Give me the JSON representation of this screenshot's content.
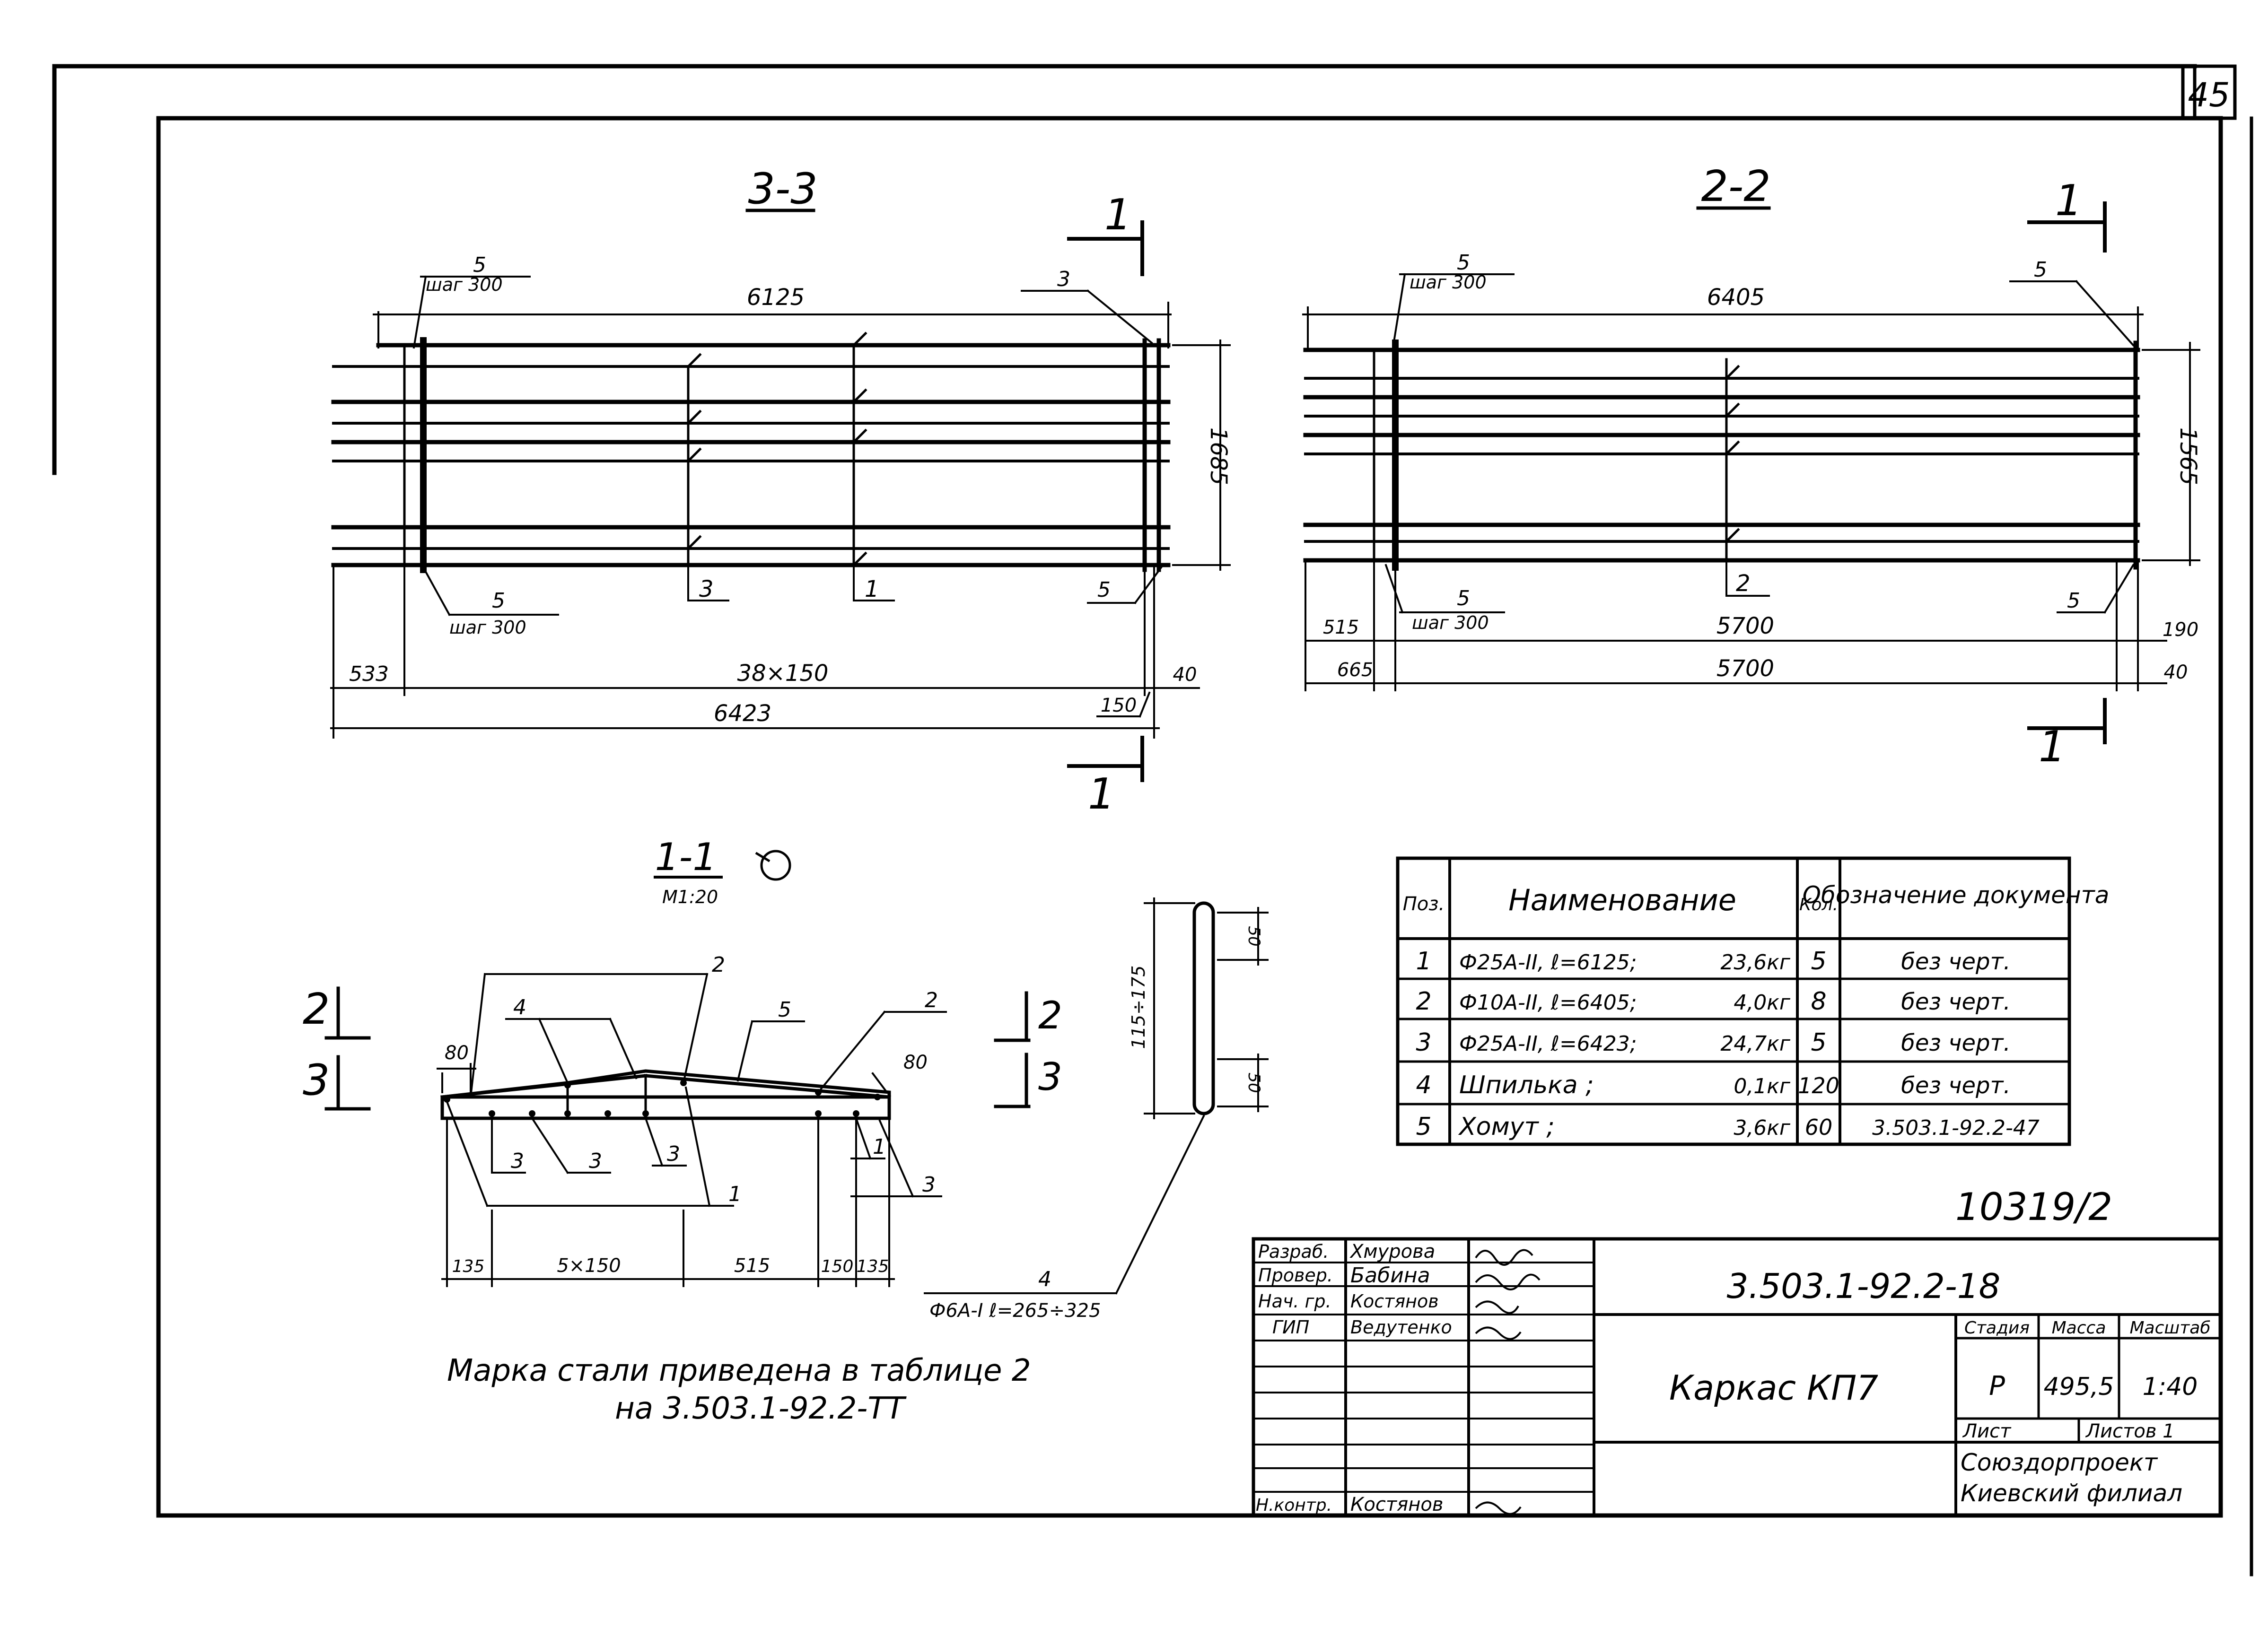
{
  "sheet_number": "45",
  "views": {
    "section_3_3": {
      "title": "3-3",
      "cut_mark": "1",
      "dim_length": "6125",
      "dim_height": "1685",
      "dim_left": "533",
      "dim_pitch": "38×150",
      "dim_total": "6423",
      "dim_end": "150",
      "dim_offset": "40",
      "callout_stirrup_top_pos": "5",
      "callout_stirrup_top_step": "шаг 300",
      "callout_stirrup_bottom_pos": "5",
      "callout_stirrup_bottom_step": "шаг 300",
      "callout_pos_3_top": "3",
      "callout_pos_3": "3",
      "callout_pos_1": "1",
      "callout_pos_5_right": "5"
    },
    "section_2_2": {
      "title": "2-2",
      "cut_mark": "1",
      "dim_length": "6405",
      "dim_height": "1565",
      "dim_left_top": "515",
      "dim_mid_top": "5700",
      "dim_right_top": "190",
      "dim_left_bottom": "665",
      "dim_mid_bottom": "5700",
      "dim_right_bottom": "40",
      "callout_stirrup_top_pos": "5",
      "callout_stirrup_top_step": "шаг 300",
      "callout_stirrup_bottom_pos": "5",
      "callout_stirrup_bottom_step": "шаг 300",
      "callout_pos_5_top": "5",
      "callout_pos_2": "2",
      "callout_pos_5_right": "5"
    },
    "section_1_1": {
      "title": "1-1",
      "scale": "М1:20",
      "cut_2": "2",
      "cut_3": "3",
      "dim_80_left": "80",
      "dim_80_right": "80",
      "dim_a": "135",
      "dim_b": "5×150",
      "dim_c": "515",
      "dim_d": "150",
      "dim_e": "135",
      "callouts": [
        "2",
        "4",
        "5",
        "2",
        "3",
        "3",
        "3",
        "1",
        "1",
        "3"
      ]
    },
    "pin_detail": {
      "dim_length": "115÷175",
      "dim_top": "50",
      "dim_bottom": "50",
      "pos": "4",
      "spec": "Ф6А-I ℓ=265÷325"
    }
  },
  "note_line1": "Марка стали приведена в таблице 2",
  "note_line2": "на 3.503.1-92.2-ТТ",
  "spec_table": {
    "headers": [
      "Поз.",
      "Наименование",
      "Кол.",
      "Обозначение документа"
    ],
    "rows": [
      {
        "pos": "1",
        "name": "Ф25А-II, ℓ=6125;",
        "mass": "23,6кг",
        "qty": "5",
        "doc": "без черт."
      },
      {
        "pos": "2",
        "name": "Ф10А-II, ℓ=6405;",
        "mass": "4,0кг",
        "qty": "8",
        "doc": "без черт."
      },
      {
        "pos": "3",
        "name": "Ф25А-II, ℓ=6423;",
        "mass": "24,7кг",
        "qty": "5",
        "doc": "без черт."
      },
      {
        "pos": "4",
        "name": "Шпилька ;",
        "mass": "0,1кг",
        "qty": "120",
        "doc": "без черт."
      },
      {
        "pos": "5",
        "name": "Хомут ;",
        "mass": "3,6кг",
        "qty": "60",
        "doc": "3.503.1-92.2-47"
      }
    ]
  },
  "handwritten_ref": "10319/2",
  "title_block": {
    "document_code": "3.503.1-92.2-18",
    "title": "Каркас КП7",
    "roles": [
      {
        "role": "Разраб.",
        "name": "Хмурова"
      },
      {
        "role": "Провер.",
        "name": "Бабина"
      },
      {
        "role": "Нач. гр.",
        "name": "Костянов"
      },
      {
        "role": "ГИП",
        "name": "Ведутенко"
      },
      {
        "role": "Н.контр.",
        "name": "Костянов"
      }
    ],
    "stage_label": "Стадия",
    "mass_label": "Масса",
    "scale_label": "Масштаб",
    "stage": "Р",
    "mass": "495,5",
    "scale": "1:40",
    "sheet_label": "Лист",
    "sheets_label": "Листов 1",
    "org_line1": "Союздорпроект",
    "org_line2": "Киевский филиал"
  }
}
